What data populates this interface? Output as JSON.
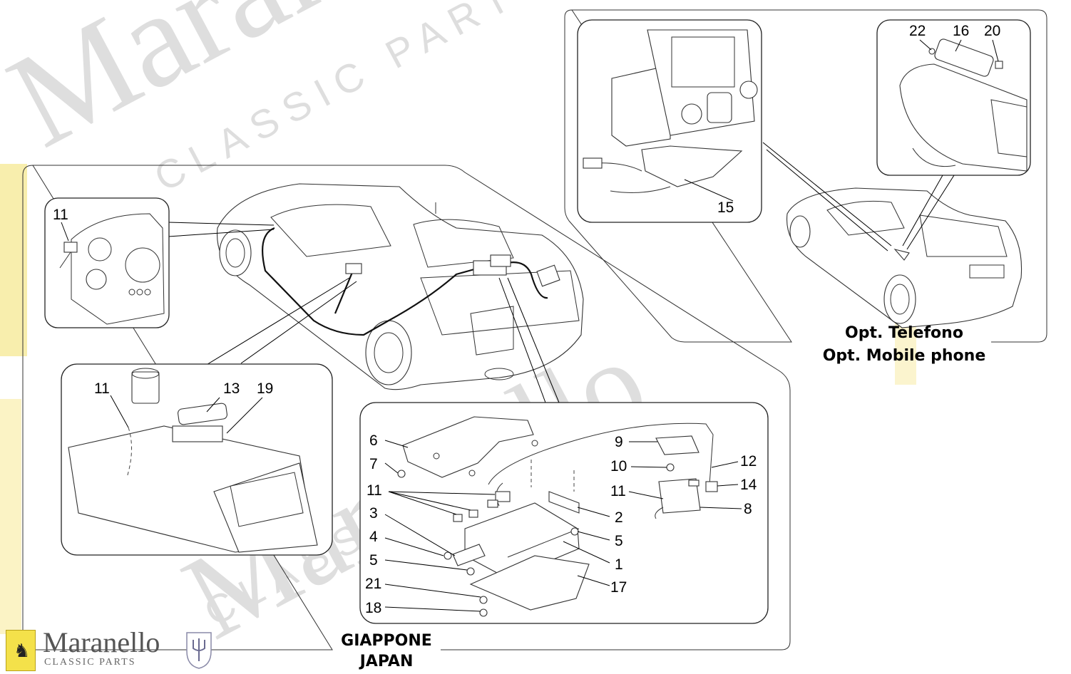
{
  "watermark": {
    "brand": "Maranello",
    "subtitle": "CLASSIC PARTS"
  },
  "logo": {
    "name": "Maranello",
    "subtitle": "CLASSIC PARTS",
    "icons": [
      "prancing-horse-icon",
      "trident-icon"
    ]
  },
  "captions": {
    "phone_line1": "Opt. Telefono",
    "phone_line2": "Opt. Mobile phone",
    "japan_line1": "GIAPPONE",
    "japan_line2": "JAPAN"
  },
  "callouts": {
    "c1": "1",
    "c2": "2",
    "c3": "3",
    "c4": "4",
    "c5a": "5",
    "c5b": "5",
    "c6": "6",
    "c7": "7",
    "c8": "8",
    "c9": "9",
    "c10": "10",
    "c11a": "11",
    "c11b": "11",
    "c11c": "11",
    "c11d": "11",
    "c12": "12",
    "c13": "13",
    "c14": "14",
    "c15": "15",
    "c16": "16",
    "c17": "17",
    "c18": "18",
    "c19": "19",
    "c20": "20",
    "c21": "21",
    "c22": "22"
  },
  "colors": {
    "watermark_text": "#d9d9d9",
    "watermark_yellow": "#f3e06a",
    "line": "#222222"
  }
}
